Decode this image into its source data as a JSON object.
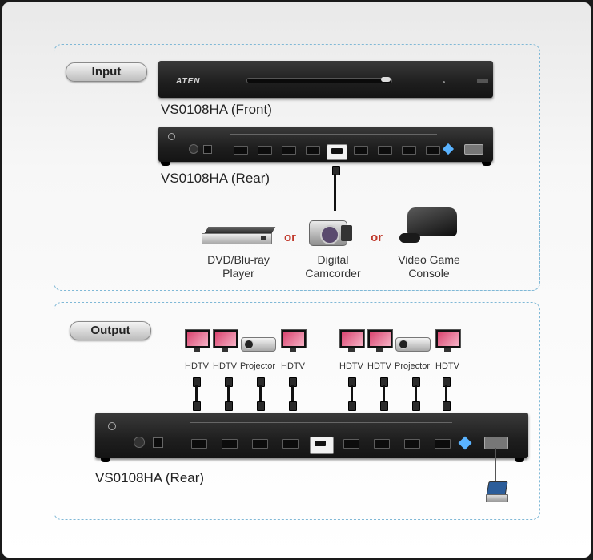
{
  "input_section": {
    "pill_label": "Input",
    "front_label": "VS0108HA (Front)",
    "rear_label": "VS0108HA (Rear)",
    "brand": "ATEN",
    "sources": [
      {
        "label_line1": "DVD/Blu-ray",
        "label_line2": "Player"
      },
      {
        "label_line1": "Digital",
        "label_line2": "Camcorder"
      },
      {
        "label_line1": "Video Game",
        "label_line2": "Console"
      }
    ],
    "or_text": "or"
  },
  "output_section": {
    "pill_label": "Output",
    "rear_label": "VS0108HA (Rear)",
    "displays": [
      {
        "label": "HDTV"
      },
      {
        "label": "HDTV"
      },
      {
        "label": "Projector"
      },
      {
        "label": "HDTV"
      },
      {
        "label": "HDTV"
      },
      {
        "label": "HDTV"
      },
      {
        "label": "Projector"
      },
      {
        "label": "HDTV"
      }
    ]
  },
  "colors": {
    "panel_border": "#7fb8d6",
    "or_color": "#c0392b",
    "device_body": "#1e1e1e"
  }
}
